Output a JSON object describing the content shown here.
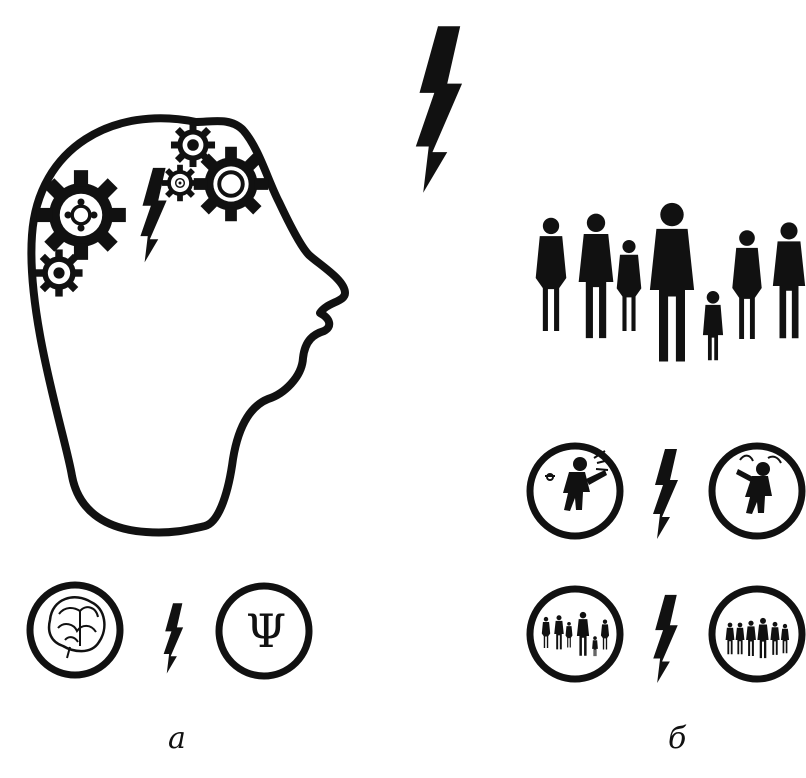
{
  "labels": {
    "panel_a": "а",
    "panel_b": "б",
    "psi_symbol": "Ψ"
  },
  "colors": {
    "ink": "#111111",
    "background": "#ffffff"
  },
  "icons": {
    "head": "human-head-profile-icon",
    "gear": "gear-icon",
    "lightning": "lightning-bolt-icon",
    "brain": "brain-icon",
    "psychology": "psi-letter-icon",
    "crowd": "people-group-icon",
    "conflict_person": "shouting-person-icon",
    "reacting_person": "upset-person-icon"
  }
}
